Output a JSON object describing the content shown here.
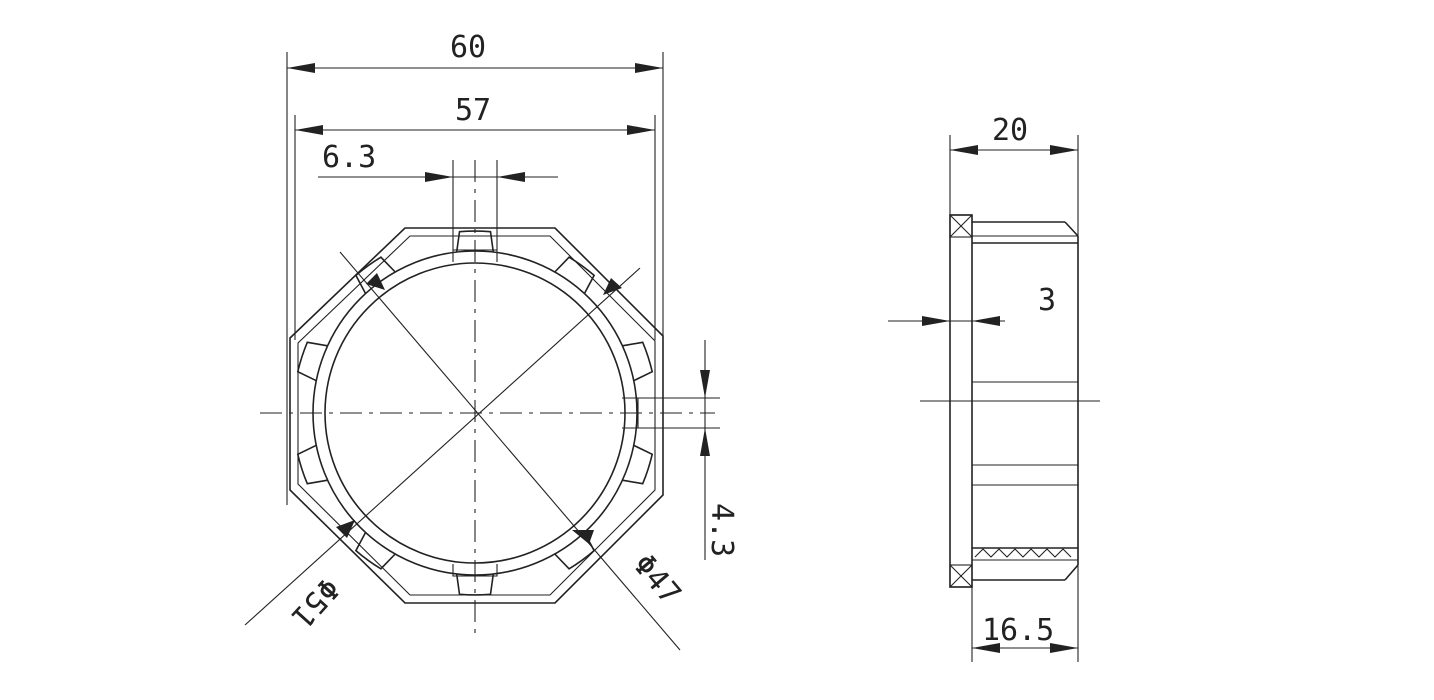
{
  "front_view": {
    "dim_overall_width": "60",
    "dim_flat_width": "57",
    "dim_slot_width": "6.3",
    "dim_outer_diameter": "Φ51",
    "dim_inner_diameter": "Φ47",
    "dim_key_height": "4.3"
  },
  "side_view": {
    "dim_total_length": "20",
    "dim_flange_thickness": "3",
    "dim_body_length": "16.5"
  }
}
